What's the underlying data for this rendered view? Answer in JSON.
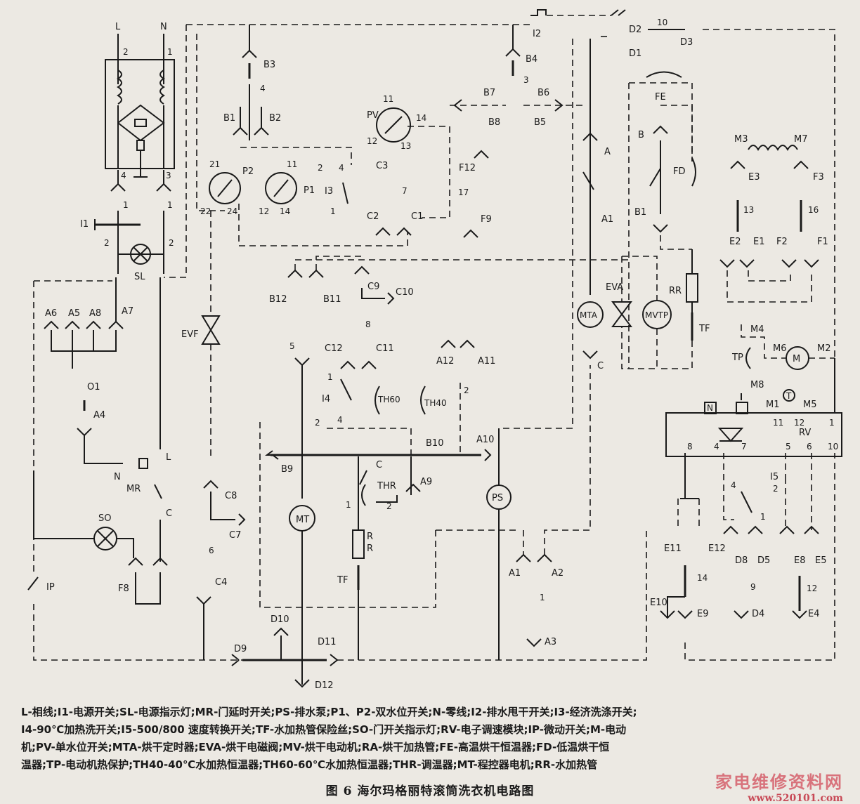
{
  "labels": {
    "L": "L",
    "N": "N",
    "n1": "1",
    "n2": "2",
    "n3": "3",
    "n4": "4",
    "I1": "I1",
    "SL": "SL",
    "I2": "I2",
    "D1": "D1",
    "D2": "D2",
    "D3": "D3",
    "B1": "B1",
    "B2": "B2",
    "B3": "B3",
    "B4": "B4",
    "B5": "B5",
    "B6": "B6",
    "B7": "B7",
    "B8": "B8",
    "B9": "B9",
    "B10": "B10",
    "B11": "B11",
    "B12": "B12",
    "P1": "P1",
    "P2": "P2",
    "PV": "PV",
    "I3": "I3",
    "I4": "I4",
    "I5": "I5",
    "C": "C",
    "C1": "C1",
    "C2": "C2",
    "C3": "C3",
    "C4": "C4",
    "C7": "C7",
    "C8": "C8",
    "C9": "C9",
    "C10": "C10",
    "C11": "C11",
    "C12": "C12",
    "F1": "F1",
    "F2": "F2",
    "F3": "F3",
    "F8": "F8",
    "F9": "F9",
    "F12": "F12",
    "A": "A",
    "A1": "A1",
    "A2": "A2",
    "A3": "A3",
    "A4": "A4",
    "A5": "A5",
    "A6": "A6",
    "A7": "A7",
    "A8": "A8",
    "A9": "A9",
    "A10": "A10",
    "A11": "A11",
    "A12": "A12",
    "FE": "FE",
    "FD": "FD",
    "B": "B",
    "RR": "RR",
    "TF": "TF",
    "MTA": "MTA",
    "EVA": "EVA",
    "MVTP": "MVTP",
    "EVF": "EVF",
    "M1": "M1",
    "M2": "M2",
    "M3": "M3",
    "M4": "M4",
    "M5": "M5",
    "M6": "M6",
    "M7": "M7",
    "M8": "M8",
    "M": "M",
    "TP": "TP",
    "T": "T",
    "RV": "RV",
    "E1": "E1",
    "E2": "E2",
    "E3": "E3",
    "E4": "E4",
    "E5": "E5",
    "E8": "E8",
    "E9": "E9",
    "E10": "E10",
    "E11": "E11",
    "E12": "E12",
    "D4": "D4",
    "D5": "D5",
    "D8": "D8",
    "D9": "D9",
    "D10": "D10",
    "D11": "D11",
    "D12": "D12",
    "O1": "O1",
    "MR": "MR",
    "SO": "SO",
    "IP": "IP",
    "MT": "MT",
    "PS": "PS",
    "THR": "THR",
    "R": "R",
    "TH60": "TH60",
    "TH40": "TH40",
    "n10": "10",
    "n11": "11",
    "n12": "12",
    "n13": "13",
    "n14": "14",
    "n16": "16",
    "n17": "17",
    "n21": "21",
    "n22": "22",
    "n24": "24",
    "n5": "5",
    "n6": "6",
    "n7": "7",
    "n8": "8",
    "n9": "9"
  },
  "caption": {
    "line1": "L-相线;I1-电源开关;SL-电源指示灯;MR-门延时开关;PS-排水泵;P1、P2-双水位开关;N-零线;I2-排水甩干开关;I3-经济洗涤开关;",
    "line2": "I4-90℃加热洗开关;I5-500/800 速度转换开关;TF-水加热管保险丝;SO-门开关指示灯;RV-电子调速模块;IP-微动开关;M-电动",
    "line3": "机;PV-单水位开关;MTA-烘干定时器;EVA-烘干电磁阀;MV-烘干电动机;RA-烘干加热管;FE-高温烘干恒温器;FD-低温烘干恒",
    "line4": "温器;TP-电动机热保护;TH40-40℃水加热恒温器;TH60-60℃水加热恒温器;THR-调温器;MT-程控器电机;RR-水加热管"
  },
  "figure_title": "图 6    海尔玛格丽特滚筒洗衣机电路图",
  "watermark": {
    "line1": "家电维修资料网",
    "line2": "www.520101.com"
  }
}
